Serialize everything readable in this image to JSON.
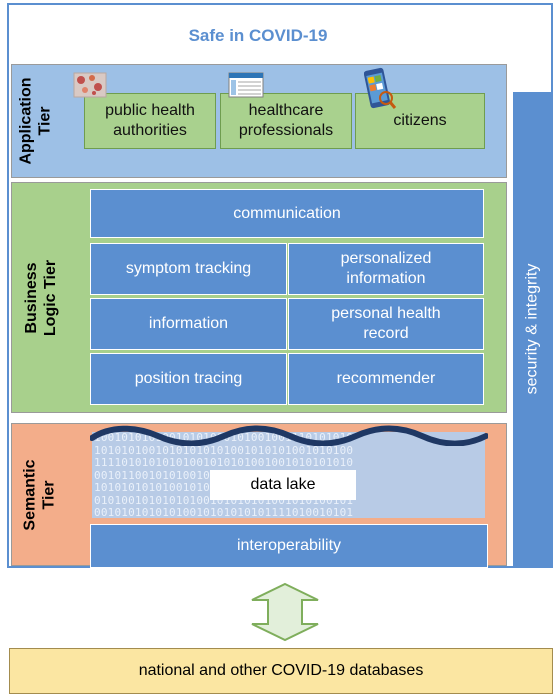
{
  "title": "Safe in COVID-19",
  "application_tier": {
    "label": "Application\nTier",
    "boxes": [
      {
        "label": "public health\nauthorities",
        "icon": "map-icon"
      },
      {
        "label": "healthcare\nprofessionals",
        "icon": "records-screen-icon"
      },
      {
        "label": "citizens",
        "icon": "smartphone-app-icon"
      }
    ]
  },
  "business_tier": {
    "label": "Business\nLogic Tier",
    "communication": "communication",
    "cells": [
      "symptom tracking",
      "personalized\ninformation",
      "information",
      "personal health\nrecord",
      "position tracing",
      "recommender"
    ]
  },
  "semantic_tier": {
    "label": "Semantic\nTier",
    "data_lake": "data lake",
    "interoperability": "interoperability",
    "binary_lines": [
      "10010101010010101000101001001110101010",
      "10101010010101010101001010101001010100",
      "11110101010101001010101001001010101010",
      "00101100101010010101010101010010101001",
      "10101010101001010100101010100101010101",
      "01010010101010100101010101001010100101",
      "00101010101010010101010101111010010101"
    ]
  },
  "security": "security & integrity",
  "databases": "national and other COVID-19 databases",
  "colors": {
    "accent_blue": "#5b8fd0",
    "app_tier_bg": "#9dc0e6",
    "business_tier_bg": "#a8d08c",
    "semantic_tier_bg": "#f3ad8a",
    "database_bg": "#fbe6a2",
    "wave": "#1f3864"
  }
}
